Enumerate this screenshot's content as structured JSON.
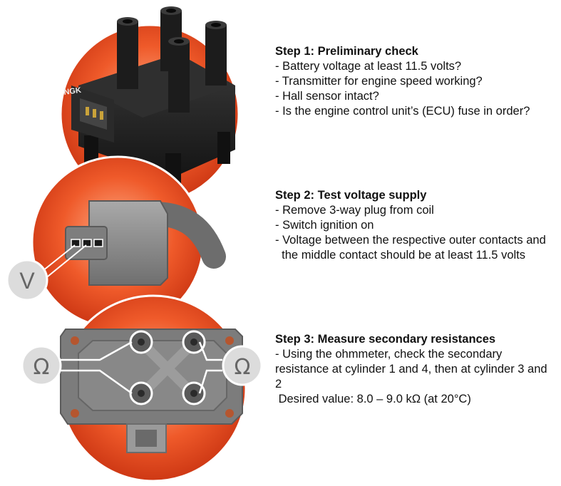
{
  "steps": [
    {
      "title": "Step 1: Preliminary check",
      "lines": [
        "- Battery voltage at least 11.5 volts?",
        "- Transmitter for engine speed working?",
        "- Hall sensor intact?",
        "- Is the engine control unit’s (ECU) fuse in order?"
      ]
    },
    {
      "title": "Step 2: Test voltage supply",
      "lines": [
        "- Remove 3-way plug from coil",
        "- Switch ignition on",
        "- Voltage between the respective outer contacts and",
        "  the middle contact should be at least 11.5 volts"
      ]
    },
    {
      "title": "Step 3: Measure secondary resistances",
      "lines": [
        "- Using the ohmmeter, check the secondary resistance at cylinder 1 and 4, then at cylinder 3 and 2",
        " Desired value: 8.0 – 9.0 kΩ (at 20°C)"
      ]
    }
  ],
  "labels": {
    "voltmeter": "V",
    "ohm_left": "Ω",
    "ohm_right": "Ω",
    "brand": "NGK"
  },
  "colors": {
    "accent_orange": "#e8491d",
    "accent_dark": "#c93412",
    "plastic_dark": "#1e1e1e",
    "terminal_grey": "#8f8f8f",
    "meter_grey": "#dcdcdc"
  }
}
